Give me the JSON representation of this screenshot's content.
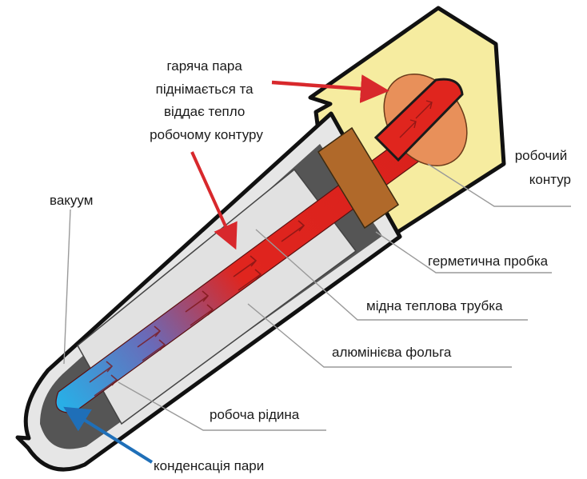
{
  "labels": {
    "hot_steam": [
      "гаряча пара",
      "піднімається та",
      "віддає тепло",
      "робочому контуру"
    ],
    "vacuum": "вакуум",
    "working_circuit": [
      "робочий",
      "контур"
    ],
    "hermetic_plug": "герметична пробка",
    "copper_heat_pipe": "мідна теплова трубка",
    "aluminum_foil": "алюмінієва фольга",
    "working_fluid": "робоча рідина",
    "steam_condensation": "конденсація пари"
  },
  "colors": {
    "casing": "#f6eca0",
    "glass": "#e6e6e6",
    "vacuum": "#555555",
    "heat_pipe_hot": "#e0251e",
    "heat_pipe_cold": "#29aee6",
    "plug": "#b0692a",
    "bulb": "#e8905a",
    "arrow": "#d8282c",
    "condensation_arrow": "#1f6fb8"
  }
}
